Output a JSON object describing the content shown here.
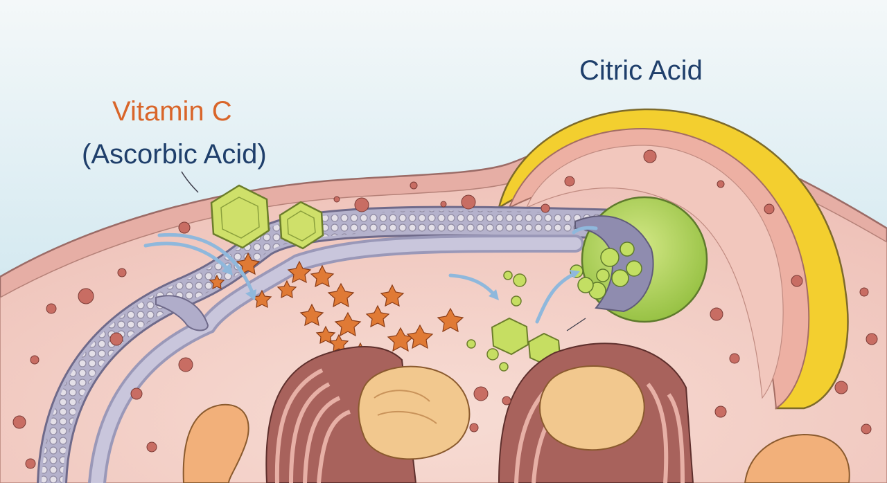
{
  "labels": {
    "vitamin_c": "Vitamin C",
    "ascorbic_acid": "(Ascorbic Acid)",
    "citric_acid": "Citric Acid"
  },
  "colors": {
    "vitamin_c_label": "#d9652a",
    "acid_label": "#1f3f6b",
    "background_sky": "#cfe6ee",
    "cytoplasm": "#f3d0c8",
    "membrane": "#e8b3aa",
    "er_channel": "#8e8cac",
    "lemon_rind": "#f2cf2e",
    "green_molecule": "#b8d65a",
    "orange_molecule": "#e07a35",
    "mitochondria": "#a8625c",
    "mito_core": "#f2c88e"
  },
  "icons": {
    "vitamin_c_molecule": "hexagon-crystal-icon",
    "citric_acid_molecule": "green-sphere-icon",
    "ascorbate_particle": "star-molecule-icon",
    "flow": "arrow-icon"
  }
}
